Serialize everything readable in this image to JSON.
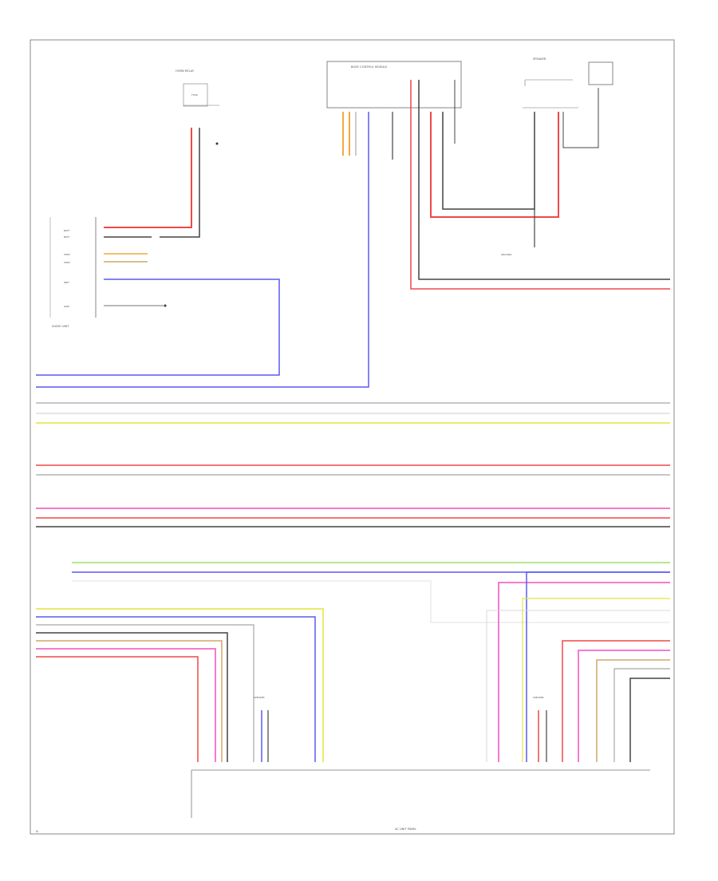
{
  "wire_colors": {
    "red": "#ef4848",
    "gray": "#a8a8a8",
    "dark": "#444444",
    "blue": "#5a5af0",
    "yellow": "#e4e43c",
    "pink": "#f24fc0",
    "orange": "#f4a93c",
    "tan": "#cfa86a",
    "green": "#9ae06a",
    "pale": "#d8d8d8"
  },
  "labels": {
    "top_connector": "HORN RELAY",
    "control_module": "BODY CONTROL MODULE",
    "right_module": "SPEAKER",
    "left_module": "AUDIO UNIT",
    "bottom_module": "AC UNIT PANEL",
    "left_ground": "GROUND",
    "bottom_left_tag": "N"
  }
}
